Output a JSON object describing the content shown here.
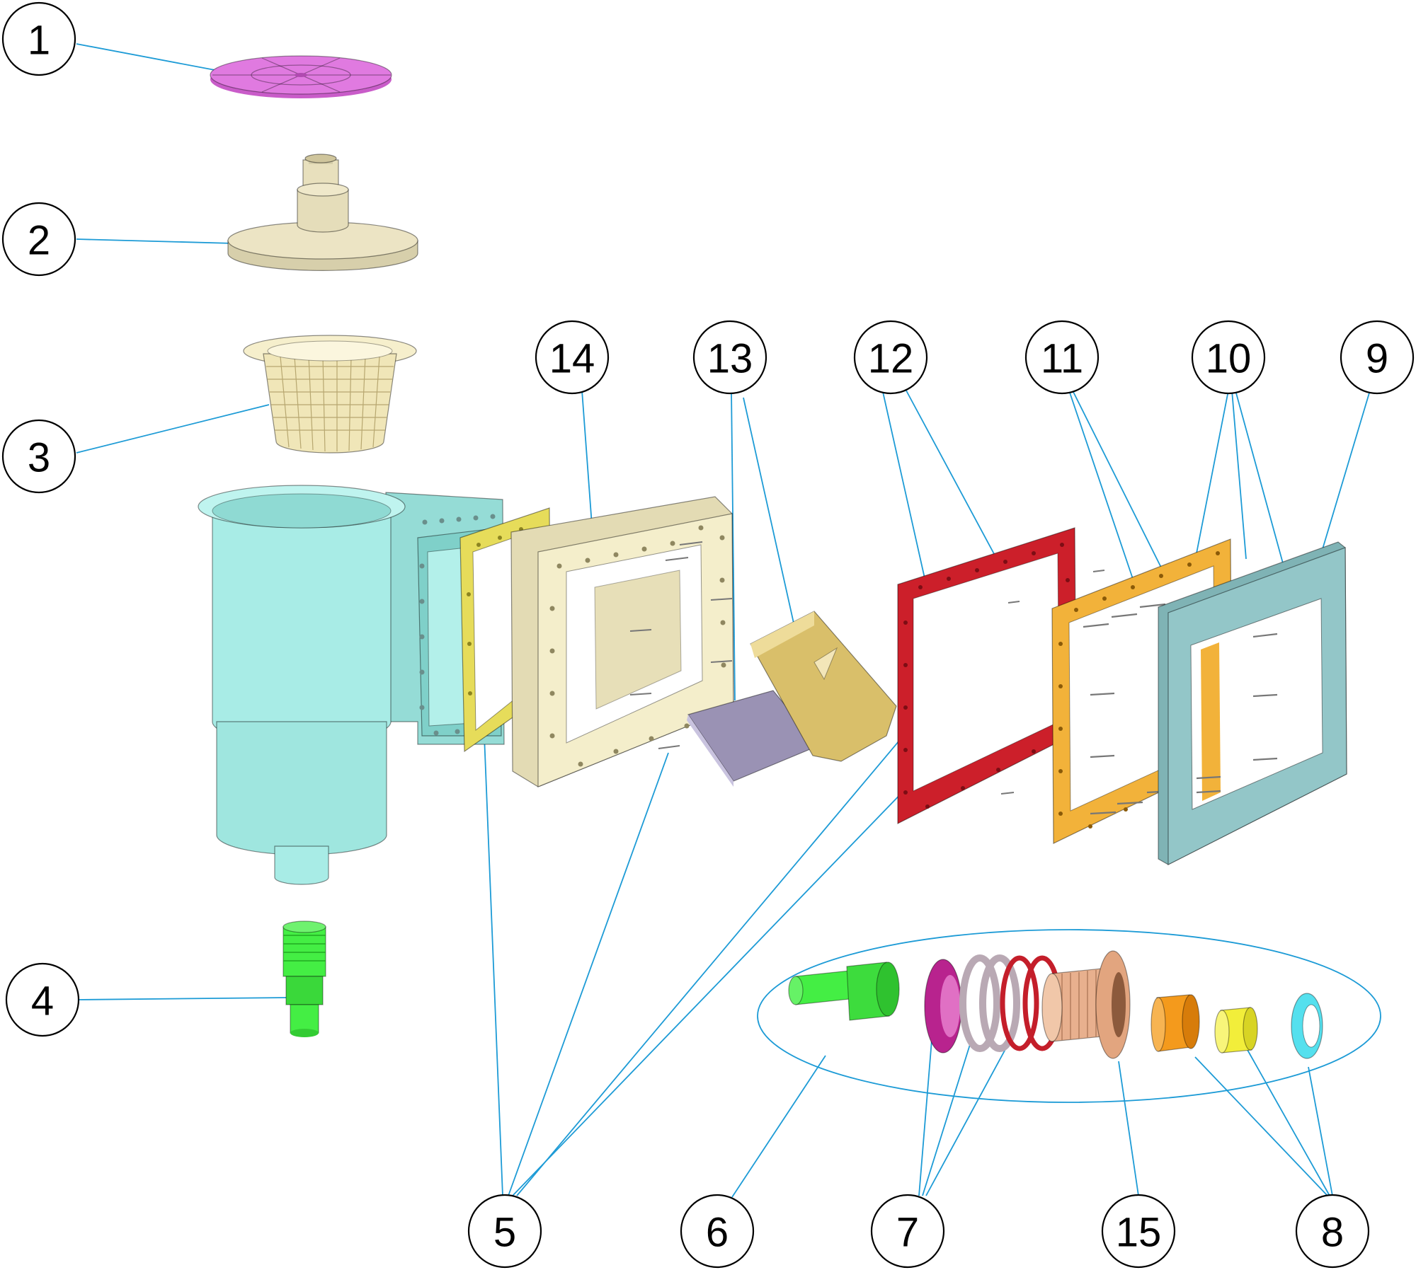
{
  "callouts": [
    {
      "id": "c1",
      "label": "1"
    },
    {
      "id": "c2",
      "label": "2"
    },
    {
      "id": "c3",
      "label": "3"
    },
    {
      "id": "c4",
      "label": "4"
    },
    {
      "id": "c5",
      "label": "5"
    },
    {
      "id": "c6",
      "label": "6"
    },
    {
      "id": "c7",
      "label": "7"
    },
    {
      "id": "c8",
      "label": "8"
    },
    {
      "id": "c9",
      "label": "9"
    },
    {
      "id": "c10",
      "label": "10"
    },
    {
      "id": "c11",
      "label": "11"
    },
    {
      "id": "c12",
      "label": "12"
    },
    {
      "id": "c13",
      "label": "13"
    },
    {
      "id": "c14",
      "label": "14"
    },
    {
      "id": "c15",
      "label": "15"
    }
  ],
  "colors": {
    "leader": "#1d9bd6",
    "lid": "#e07ae0",
    "weir_adapter": "#ece4c4",
    "basket": "#f0e6b8",
    "body": "#a8ece6",
    "hose_adapter": "#44ee44",
    "gasket_yellow": "#e6dc5a",
    "faceplate_frame": "#f4eecb",
    "weir_flap": "#9a92b4",
    "weir_door": "#d9bf6a",
    "gasket_red": "#cc1f2a",
    "gasket_orange": "#f2b23a",
    "front_cover": "#93c6c8",
    "nut_magenta": "#b8238e",
    "washer_grey": "#b9a9b4",
    "oring_red": "#c41e2a",
    "tube_fitting": "#e8b08e",
    "reducer_orange": "#f49a1c",
    "plug_yellow": "#f2ee3a",
    "ring_cyan": "#55e0ee"
  }
}
